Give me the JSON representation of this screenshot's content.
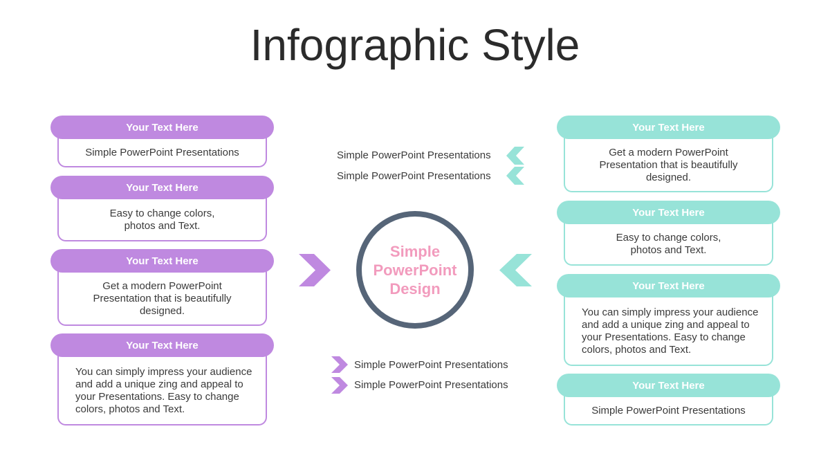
{
  "title": "Infographic Style",
  "colors": {
    "purple": "#bf89e0",
    "teal": "#97e3d8",
    "circle_border": "#566578",
    "center_text": "#f29bbd"
  },
  "center": {
    "line1": "Simple",
    "line2": "PowerPoint",
    "line3": "Design"
  },
  "left_cards": [
    {
      "header": "Your Text  Here",
      "body": "Simple PowerPoint Presentations"
    },
    {
      "header": "Your Text  Here",
      "body": "Easy to change colors,\nphotos and Text."
    },
    {
      "header": "Your Text  Here",
      "body": "Get a modern PowerPoint\nPresentation that is beautifully\ndesigned."
    },
    {
      "header": "Your Text  Here",
      "body": "You can simply impress your audience\nand add a unique zing and appeal to\nyour Presentations. Easy to change\ncolors, photos and Text."
    }
  ],
  "right_cards": [
    {
      "header": "Your Text  Here",
      "body": "Get a modern PowerPoint\nPresentation that is beautifully\ndesigned."
    },
    {
      "header": "Your Text  Here",
      "body": "Easy to change colors,\nphotos and Text."
    },
    {
      "header": "Your Text  Here",
      "body": "You can simply impress your audience\nand add a unique zing and appeal to\nyour Presentations. Easy to change\ncolors, photos and Text."
    },
    {
      "header": "Your Text  Here",
      "body": "Simple PowerPoint Presentations"
    }
  ],
  "top_lines": [
    "Simple PowerPoint Presentations",
    "Simple PowerPoint Presentations"
  ],
  "bottom_lines": [
    "Simple PowerPoint Presentations",
    "Simple PowerPoint Presentations"
  ],
  "icons": {
    "left_arrow": "chevron-right-icon",
    "right_arrow": "chevron-left-icon"
  }
}
